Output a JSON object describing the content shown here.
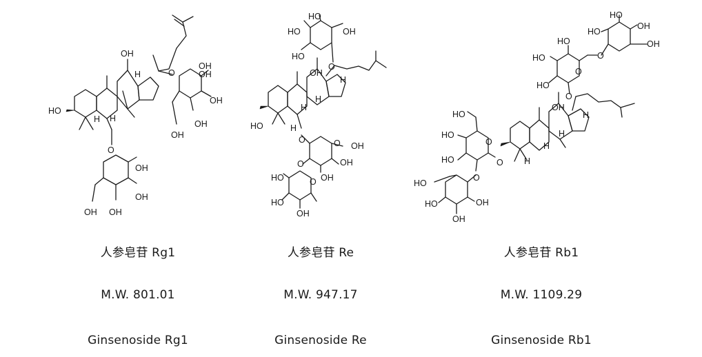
{
  "compounds": [
    {
      "chinese_name": "人参皂苷 Rg1",
      "mw": "M.W. 801.01",
      "english_name": "Ginsenoside Rg1",
      "atom_labels": [
        "OH",
        "H",
        "H",
        "HO",
        "H",
        "O",
        "OH",
        "OH",
        "OH",
        "OH",
        "OH",
        "O",
        "OH",
        "OH",
        "OH",
        "OH"
      ]
    },
    {
      "chinese_name": "人参皂苷 Re",
      "mw": "M.W. 947.17",
      "english_name": "Ginsenoside Re",
      "atom_labels": [
        "HO",
        "HO",
        "OH",
        "HO",
        "O",
        "OH",
        "H",
        "H",
        "H",
        "HO",
        "H",
        "O",
        "O",
        "OH",
        "OH",
        "OH",
        "O",
        "HO",
        "HO",
        "OH",
        "O"
      ]
    },
    {
      "chinese_name": "人参皂苷 Rb1",
      "mw": "M.W. 1109.29",
      "english_name": "Ginsenoside Rb1",
      "atom_labels": [
        "HO",
        "OH",
        "HO",
        "OH",
        "HO",
        "O",
        "HO",
        "HO",
        "O",
        "O",
        "OH",
        "H",
        "H",
        "H",
        "H",
        "HO",
        "HO",
        "HO",
        "O",
        "O",
        "O",
        "HO",
        "HO",
        "OH",
        "OH"
      ]
    }
  ]
}
